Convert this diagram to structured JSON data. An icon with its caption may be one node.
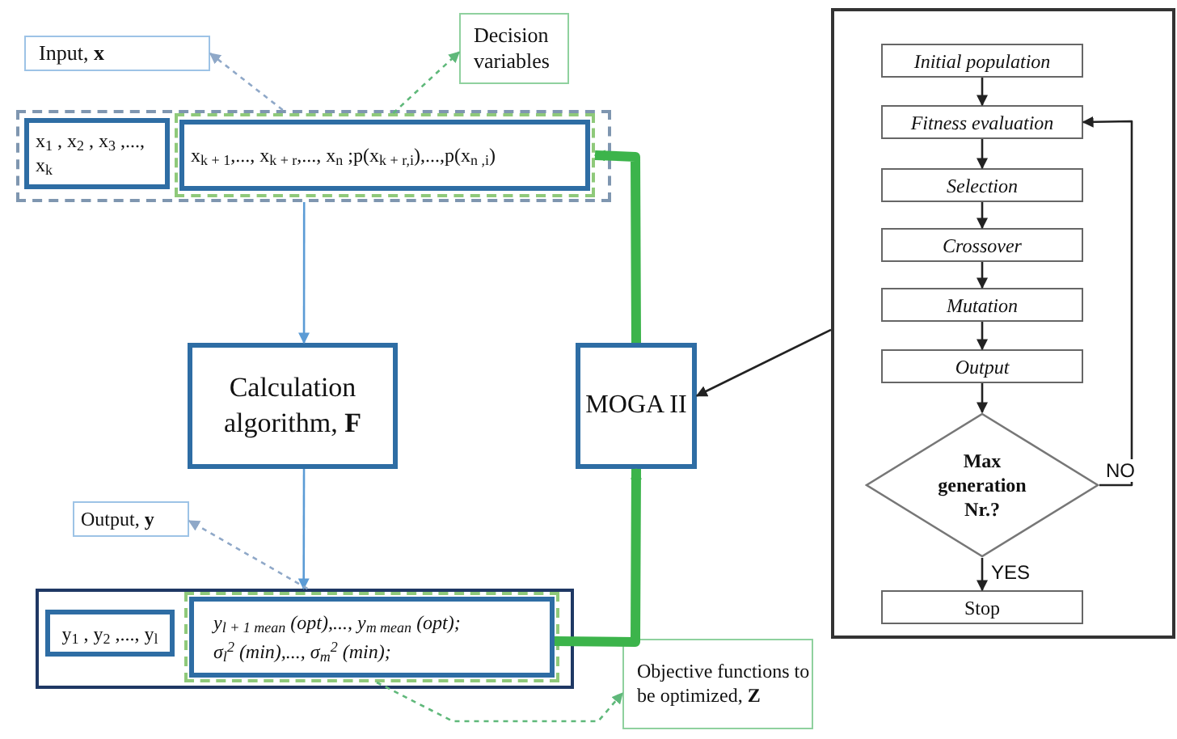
{
  "diagram": {
    "nodes": [
      {
        "text": [
          "Input, **x**"
        ]
      },
      {
        "text": [
          "Decision variables"
        ]
      },
      {
        "text": [],
        "shape": "box"
      },
      {
        "text": [
          "x$_{1}$ , x$_{2}$ , x$_{3}$ ,..., x$_{k}$"
        ],
        "in": 2
      },
      {
        "text": [],
        "shape": "box",
        "in": 2
      },
      {
        "text": [
          "x$_{k + 1}$,..., x$_{k + r}$,..., x$_{n}$ ;p(x$_{k + r,i}$),...,p(x$_{n ,i}$)"
        ],
        "in": 4
      },
      {
        "text": [
          "Calculation algorithm, **F**"
        ]
      },
      {
        "text": [
          "MOGA II"
        ]
      },
      {
        "text": [
          "Output, **y**"
        ]
      },
      {
        "text": [],
        "shape": "box"
      },
      {
        "text": [
          "y$_{1}$ , y$_{2}$ ,..., y$_{l}$"
        ],
        "in": 9
      },
      {
        "text": [],
        "shape": "box",
        "in": 9
      },
      {
        "text": [
          "y$_{l + 1 mean}$ (opt),..., y$_{m mean}$ (opt);",
          "σ$_{l}$$^{2}$ (min),..., σ$_{m}$$^{2}$ (min);"
        ],
        "in": 11
      },
      {
        "text": [
          "Objective functions to be optimized, **Z**"
        ]
      },
      {
        "text": [],
        "shape": "box"
      },
      {
        "text": [
          "Initial population"
        ],
        "in": 14
      },
      {
        "text": [
          "Fitness evaluation"
        ],
        "in": 14
      },
      {
        "text": [
          "Selection"
        ],
        "in": 14
      },
      {
        "text": [
          "Crossover"
        ],
        "in": 14
      },
      {
        "text": [
          "Mutation"
        ],
        "in": 14
      },
      {
        "text": [
          "Output"
        ],
        "in": 14
      },
      {
        "text": [
          "Max generation Nr.?"
        ],
        "in": 14
      },
      {
        "text": [
          "Stop"
        ],
        "in": 14
      }
    ],
    "edges": [
      {
        "from": 2,
        "to": 6,
        "arrow": "to",
        "color": "#5b9bd5"
      },
      {
        "from": 6,
        "to": 9,
        "arrow": "to",
        "color": "#5b9bd5"
      },
      {
        "from": 2,
        "to": 0,
        "arrow": "to",
        "style": "dashed",
        "color": "#8fa8c8"
      },
      {
        "from": 4,
        "to": 1,
        "arrow": "to",
        "style": "dashed",
        "color": "#5fb87a"
      },
      {
        "from": 9,
        "to": 8,
        "arrow": "to",
        "style": "dashed",
        "color": "#8fa8c8"
      },
      {
        "from": 11,
        "to": 13,
        "arrow": "to",
        "style": "dashed",
        "color": "#5fb87a"
      },
      {
        "from": 12,
        "to": 7,
        "arrow": "to",
        "style": "thick",
        "color": "#3cb44b"
      },
      {
        "from": 7,
        "to": 4,
        "arrow": "to",
        "style": "thick",
        "color": "#3cb44b"
      },
      {
        "from": 14,
        "to": 7,
        "arrow": "to"
      },
      {
        "from": 15,
        "to": 16,
        "arrow": "to"
      },
      {
        "from": 16,
        "to": 17,
        "arrow": "to"
      },
      {
        "from": 17,
        "to": 18,
        "arrow": "to"
      },
      {
        "from": 18,
        "to": 19,
        "arrow": "to"
      },
      {
        "from": 19,
        "to": 20,
        "arrow": "to"
      },
      {
        "from": 20,
        "to": 21,
        "arrow": "to"
      },
      {
        "from": 21,
        "to": 22,
        "arrow": "to",
        "label": "YES"
      },
      {
        "from": 21,
        "to": 16,
        "arrow": "to",
        "label": "NO"
      }
    ]
  }
}
